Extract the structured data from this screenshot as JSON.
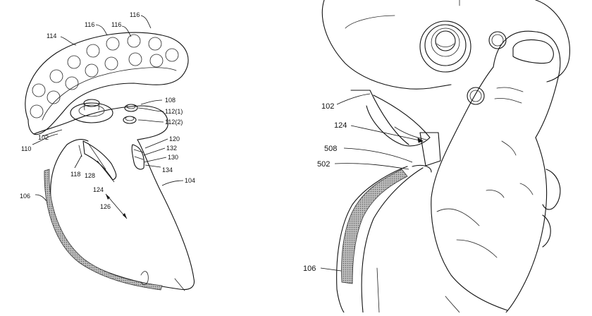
{
  "figure_left": {
    "labels": {
      "l114": "114",
      "l116a": "116",
      "l116b": "116",
      "l116c": "116",
      "l108": "108",
      "l112_1": "112(1)",
      "l112_2": "112(2)",
      "l120": "120",
      "l132": "132",
      "l130": "130",
      "l134": "134",
      "l104": "104",
      "l110": "110",
      "l102": "102",
      "l118": "118",
      "l128": "128",
      "l124": "124",
      "l126": "126",
      "l106": "106"
    }
  },
  "figure_right": {
    "labels": {
      "l102": "102",
      "l124": "124",
      "l508": "508",
      "l502": "502",
      "l106": "106"
    }
  },
  "colors": {
    "line": "#111111",
    "grip_texture": "#9a9a9a",
    "background": "#ffffff"
  }
}
